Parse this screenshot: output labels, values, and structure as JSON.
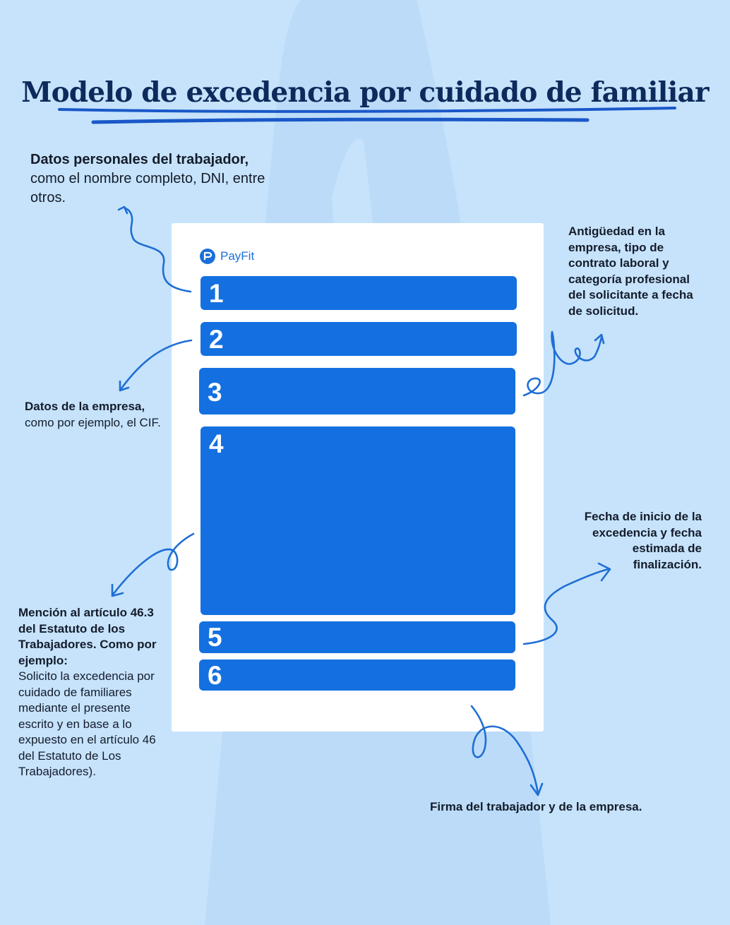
{
  "title": "Modelo de excedencia por cuidado de familiar",
  "brand": {
    "name": "PayFit",
    "icon": "payfit-logo-icon",
    "color": "#1a6fd8"
  },
  "colors": {
    "background": "#c6e3fb",
    "block": "#1470e0",
    "arrow": "#1f6ed4",
    "title": "#0d2a5c"
  },
  "blocks": [
    {
      "number": "1"
    },
    {
      "number": "2"
    },
    {
      "number": "3"
    },
    {
      "number": "4"
    },
    {
      "number": "5"
    },
    {
      "number": "6"
    }
  ],
  "annotations": {
    "personal": {
      "bold": "Datos personales del trabajador,",
      "text": "como el nombre completo, DNI, entre otros."
    },
    "empresa": {
      "bold": "Datos de la empresa,",
      "text": "como por ejemplo, el CIF."
    },
    "mencion": {
      "bold": "Mención al artículo 46.3 del Estatuto de los Trabajadores. Como por ejemplo:",
      "text": "Solicito la excedencia por cuidado de familiares mediante el presente escrito y en base a lo expuesto en el artículo 46 del Estatuto de Los Trabajadores)."
    },
    "antiguedad": {
      "text": "Antigüedad en la empresa, tipo de contrato laboral y categoría profesional del solicitante a fecha de solicitud."
    },
    "fechas": {
      "text": "Fecha de inicio de la excedencia y fecha estimada de finalización."
    },
    "firma": {
      "text": "Firma del trabajador y de la empresa."
    }
  }
}
